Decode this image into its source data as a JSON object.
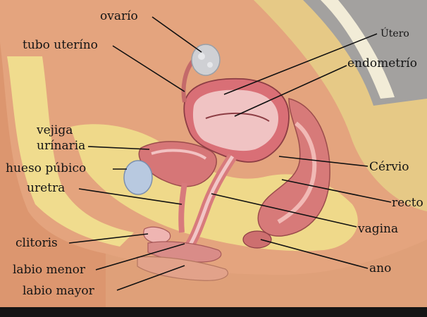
{
  "labels": {
    "ovario": "ovarío",
    "tubo_uterino": "tubo uteríno",
    "utero": "Útero",
    "endometrio": "endometrío",
    "vejiga_l1": "vejiga",
    "vejiga_l2": "urínaria",
    "hueso_pubico": "hueso púbico",
    "uretra": "uretra",
    "cervix": "Cérvio",
    "recto": "recto",
    "vagina": "vagina",
    "clitoris": "clitoris",
    "labio_menor": "labio menor",
    "ano": "ano",
    "labio_mayor": "labio mayor"
  },
  "colors": {
    "skin": "#e7a37c",
    "skin_dark": "#c9825d",
    "fat": "#efd98a",
    "muscle": "#d9787a",
    "mucosa": "#f0bfc0",
    "bone": "#c9b8d8",
    "bladder_fill": "#a9c3df",
    "border": "#1b1b1b"
  }
}
